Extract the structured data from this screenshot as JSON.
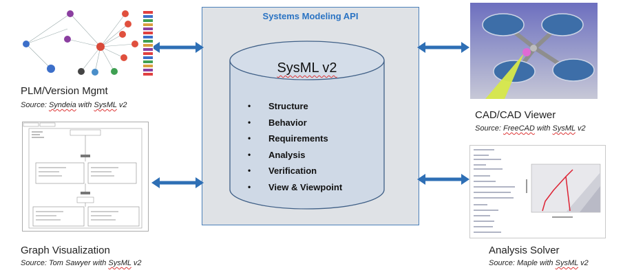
{
  "api": {
    "title": "Systems Modeling API",
    "repository": "SysML v2",
    "capabilities": [
      "Structure",
      "Behavior",
      "Requirements",
      "Analysis",
      "Verification",
      "View & Viewpoint"
    ]
  },
  "tools": {
    "plm": {
      "title": "PLM/Version Mgmt",
      "source_prefix": "Source:  ",
      "source_tool": "Syndeia",
      "source_mid": " with ",
      "source_sysml": "SysML",
      "source_suffix": " v2"
    },
    "graph": {
      "title": "Graph Visualization",
      "source_prefix": "Source: Tom Sawyer with ",
      "source_sysml": "SysML",
      "source_suffix": " v2"
    },
    "cad": {
      "title": "CAD/CAD Viewer",
      "source_prefix": "Source: ",
      "source_tool": "FreeCAD",
      "source_mid": " with ",
      "source_sysml": "SysML",
      "source_suffix": " v2"
    },
    "analysis": {
      "title": "Analysis Solver",
      "source_prefix": "Source: Maple with ",
      "source_sysml": "SysML",
      "source_suffix": " v2"
    }
  },
  "colors": {
    "arrow": "#2e6fb5",
    "api_border": "#4a7fb9",
    "api_fill": "#dfe2e6",
    "cylinder_fill": "#cfd9e6",
    "cylinder_stroke": "#3f5f86",
    "title_blue": "#2a73c3"
  }
}
